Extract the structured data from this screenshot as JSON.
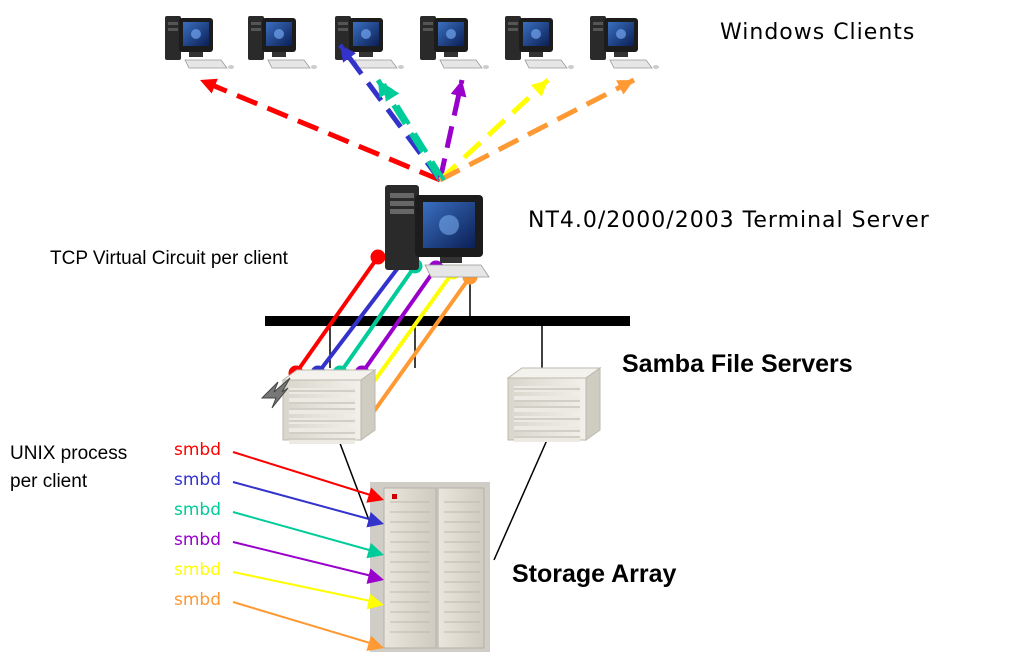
{
  "labels": {
    "windows_clients": "Windows Clients",
    "terminal_server": "NT4.0/2000/2003 Terminal Server",
    "tcp_circuit": "TCP Virtual Circuit per client",
    "samba_servers": "Samba File Servers",
    "unix_process_line1": "UNIX process",
    "unix_process_line2": "per client",
    "storage_array": "Storage Array"
  },
  "smbd_processes": [
    {
      "label": "smbd",
      "color": "#ff0000"
    },
    {
      "label": "smbd",
      "color": "#3333cc"
    },
    {
      "label": "smbd",
      "color": "#00cc99"
    },
    {
      "label": "smbd",
      "color": "#9900cc"
    },
    {
      "label": "smbd",
      "color": "#ffff00"
    },
    {
      "label": "smbd",
      "color": "#ff9933"
    }
  ],
  "client_colors": [
    "#ff0000",
    "#3333cc",
    "#00cc99",
    "#9900cc",
    "#ffff00",
    "#ff9933"
  ],
  "icons": {
    "client": "desktop-computer-icon",
    "terminal_server": "tower-server-with-monitor-icon",
    "file_server": "server-cabinet-icon",
    "storage": "storage-array-cabinet-icon",
    "fault": "lightning-bolt-icon"
  }
}
